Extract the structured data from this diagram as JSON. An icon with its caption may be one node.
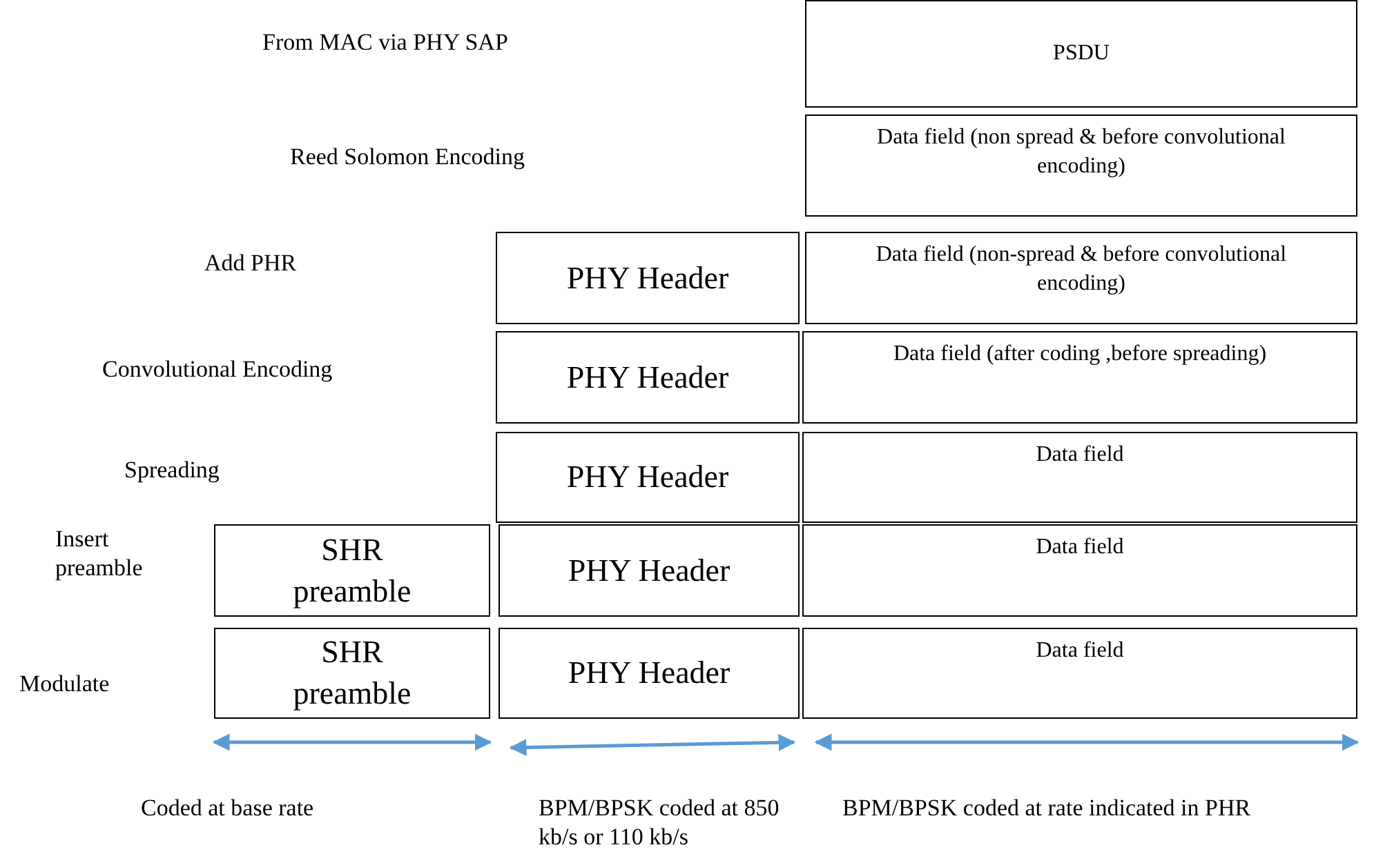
{
  "diagram": {
    "nodes": [
      {
        "text": [
          "PSDU"
        ]
      },
      {
        "text": [
          "Data field (non spread & before convolutional encoding)"
        ]
      },
      {
        "text": [
          "PHY Header"
        ]
      },
      {
        "text": [
          "Data field (non-spread & before convolutional encoding)"
        ]
      },
      {
        "text": [
          "PHY Header"
        ]
      },
      {
        "text": [
          "Data field (after coding ,before spreading)"
        ]
      },
      {
        "text": [
          "PHY Header"
        ]
      },
      {
        "text": [
          "Data field"
        ]
      },
      {
        "text": [
          "SHR preamble"
        ]
      },
      {
        "text": [
          "PHY Header"
        ]
      },
      {
        "text": [
          "Data field"
        ]
      },
      {
        "text": [
          "SHR preamble"
        ]
      },
      {
        "text": [
          "PHY Header"
        ]
      },
      {
        "text": [
          "Data field"
        ]
      }
    ],
    "labels": [
      "From MAC via PHY SAP",
      "Reed Solomon Encoding",
      "Add PHR",
      "Convolutional Encoding",
      "Spreading",
      "Insert preamble",
      "Modulate",
      "Coded at base rate",
      "BPM/BPSK coded at 850 kb/s or 110 kb/s",
      "BPM/BPSK coded at rate indicated in PHR"
    ]
  }
}
